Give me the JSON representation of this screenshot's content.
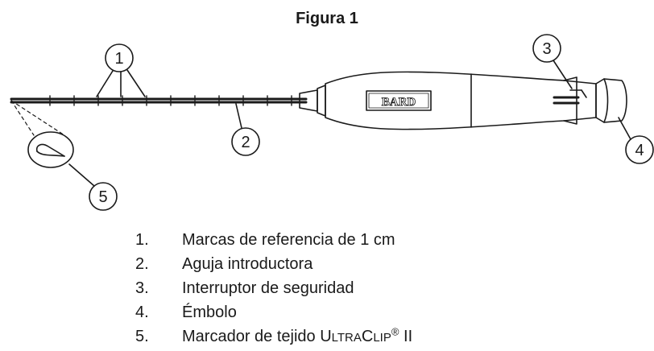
{
  "figure": {
    "title": "Figura 1",
    "device_brand": "BARD"
  },
  "callouts": [
    "1",
    "2",
    "3",
    "4",
    "5"
  ],
  "legend": [
    {
      "number": "1.",
      "text": "Marcas de referencia de 1 cm"
    },
    {
      "number": "2.",
      "text": "Aguja introductora"
    },
    {
      "number": "3.",
      "text": "Interruptor de seguridad"
    },
    {
      "number": "4.",
      "text": "Émbolo"
    },
    {
      "number": "5.",
      "text_prefix": "Marcador de tejido ",
      "smallcaps_1": "U",
      "smallcaps_1_small": "LTRA",
      "smallcaps_2": "C",
      "smallcaps_2_small": "LIP",
      "registered": "®",
      "suffix": " II"
    }
  ]
}
